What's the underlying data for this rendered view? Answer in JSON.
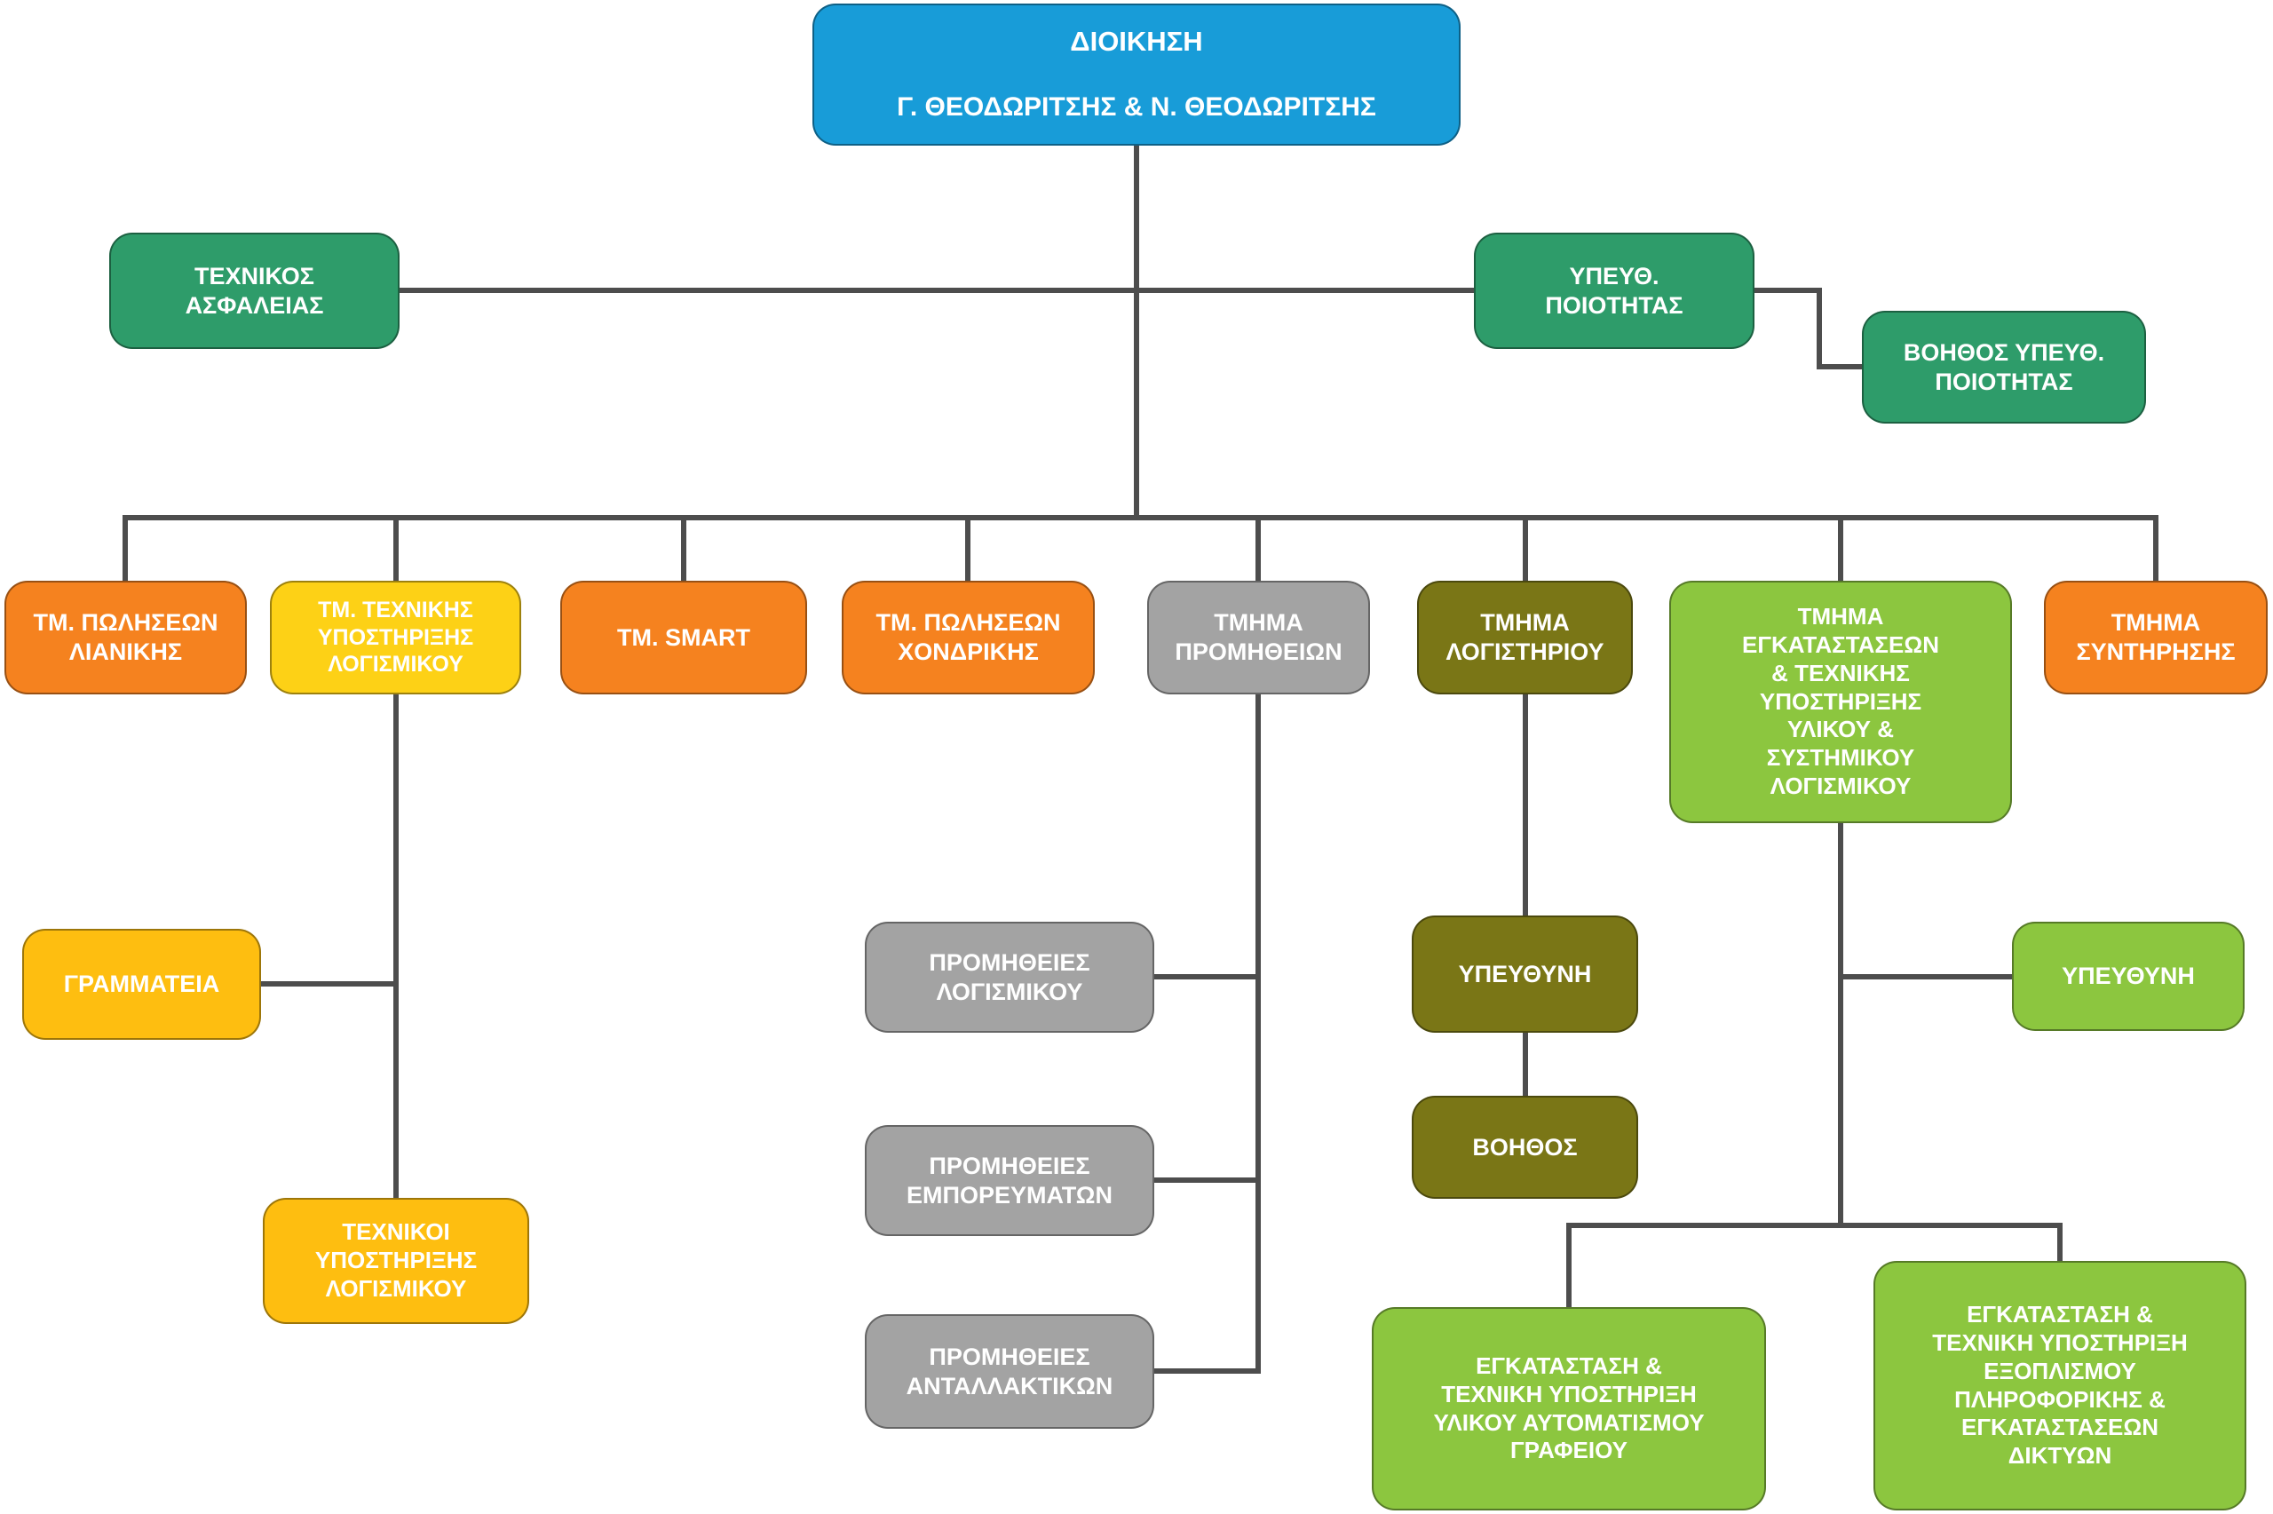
{
  "diagram_type": "organizational-chart",
  "colors": {
    "management_blue": "#189cd8",
    "staff_green": "#2e9c6a",
    "department_orange": "#f5821f",
    "software_yellow": "#fdd116",
    "software_gold": "#febe10",
    "procurement_gray": "#a3a3a3",
    "accounting_olive": "#7a7616",
    "installations_light_green": "#8cc63f",
    "connector_line": "#4d4d4d",
    "text": "#ffffff",
    "background": "#ffffff"
  },
  "nodes": {
    "management": {
      "title": "ΔΙΟΙΚΗΣΗ",
      "subtitle": "Γ. ΘΕΟΔΩΡΙΤΣΗΣ & Ν. ΘΕΟΔΩΡΙΤΣΗΣ"
    },
    "safety": {
      "label": "ΤΕΧΝΙΚΟΣ\nΑΣΦΑΛΕΙΑΣ"
    },
    "quality": {
      "label": "ΥΠΕΥΘ.\nΠΟΙΟΤΗΤΑΣ"
    },
    "quality_assistant": {
      "label": "ΒΟΗΘΟΣ ΥΠΕΥΘ.\nΠΟΙΟΤΗΤΑΣ"
    },
    "retail_sales": {
      "label": "ΤΜ. ΠΩΛΗΣΕΩΝ\nΛΙΑΝΙΚΗΣ"
    },
    "software_support_dept": {
      "label": "ΤΜ. ΤΕΧΝΙΚΗΣ\nΥΠΟΣΤΗΡΙΞΗΣ\nΛΟΓΙΣΜΙΚΟΥ"
    },
    "smart": {
      "label": "ΤΜ. SMART"
    },
    "wholesale_sales": {
      "label": "ΤΜ. ΠΩΛΗΣΕΩΝ\nΧΟΝΔΡΙΚΗΣ"
    },
    "procurement_dept": {
      "label": "ΤΜΗΜΑ\nΠΡΟΜΗΘΕΙΩΝ"
    },
    "accounting_dept": {
      "label": "ΤΜΗΜΑ\nΛΟΓΙΣΤΗΡΙΟΥ"
    },
    "installations_dept": {
      "label": "ΤΜΗΜΑ\nΕΓΚΑΤΑΣΤΑΣΕΩΝ\n& ΤΕΧΝΙΚΗΣ\nΥΠΟΣΤΗΡΙΞΗΣ\nΥΛΙΚΟΥ &\nΣΥΣΤΗΜΙΚΟΥ\nΛΟΓΙΣΜΙΚΟΥ"
    },
    "maintenance_dept": {
      "label": "ΤΜΗΜΑ\nΣΥΝΤΗΡΗΣΗΣ"
    },
    "secretariat": {
      "label": "ΓΡΑΜΜΑΤΕΙΑ"
    },
    "software_technicians": {
      "label": "ΤΕΧΝΙΚΟΙ\nΥΠΟΣΤΗΡΙΞΗΣ\nΛΟΓΙΣΜΙΚΟΥ"
    },
    "software_procurement": {
      "label": "ΠΡΟΜΗΘΕΙΕΣ\nΛΟΓΙΣΜΙΚΟΥ"
    },
    "merchandise_procurement": {
      "label": "ΠΡΟΜΗΘΕΙΕΣ\nΕΜΠΟΡΕΥΜΑΤΩΝ"
    },
    "spare_parts_procurement": {
      "label": "ΠΡΟΜΗΘΕΙΕΣ\nΑΝΤΑΛΛΑΚΤΙΚΩΝ"
    },
    "accounting_manager": {
      "label": "ΥΠΕΥΘΥΝΗ"
    },
    "accounting_assistant": {
      "label": "ΒΟΗΘΟΣ"
    },
    "installations_manager": {
      "label": "ΥΠΕΥΘΥΝΗ"
    },
    "office_automation": {
      "label": "ΕΓΚΑΤΑΣΤΑΣΗ &\nΤΕΧΝΙΚΗ ΥΠΟΣΤΗΡΙΞΗ\nΥΛΙΚΟΥ ΑΥΤΟΜΑΤΙΣΜΟΥ\nΓΡΑΦΕΙΟΥ"
    },
    "it_equipment": {
      "label": "ΕΓΚΑΤΑΣΤΑΣΗ &\nΤΕΧΝΙΚΗ ΥΠΟΣΤΗΡΙΞΗ\nΕΞΟΠΛΙΣΜΟΥ\nΠΛΗΡΟΦΟΡΙΚΗΣ &\nΕΓΚΑΤΑΣΤΑΣΕΩΝ\nΔΙΚΤΥΩΝ"
    }
  },
  "edges": [
    [
      "management",
      "safety"
    ],
    [
      "management",
      "quality"
    ],
    [
      "quality",
      "quality_assistant"
    ],
    [
      "management",
      "retail_sales"
    ],
    [
      "management",
      "software_support_dept"
    ],
    [
      "management",
      "smart"
    ],
    [
      "management",
      "wholesale_sales"
    ],
    [
      "management",
      "procurement_dept"
    ],
    [
      "management",
      "accounting_dept"
    ],
    [
      "management",
      "installations_dept"
    ],
    [
      "management",
      "maintenance_dept"
    ],
    [
      "software_support_dept",
      "secretariat"
    ],
    [
      "software_support_dept",
      "software_technicians"
    ],
    [
      "procurement_dept",
      "software_procurement"
    ],
    [
      "procurement_dept",
      "merchandise_procurement"
    ],
    [
      "procurement_dept",
      "spare_parts_procurement"
    ],
    [
      "accounting_dept",
      "accounting_manager"
    ],
    [
      "accounting_manager",
      "accounting_assistant"
    ],
    [
      "installations_dept",
      "installations_manager"
    ],
    [
      "installations_dept",
      "office_automation"
    ],
    [
      "installations_dept",
      "it_equipment"
    ]
  ]
}
